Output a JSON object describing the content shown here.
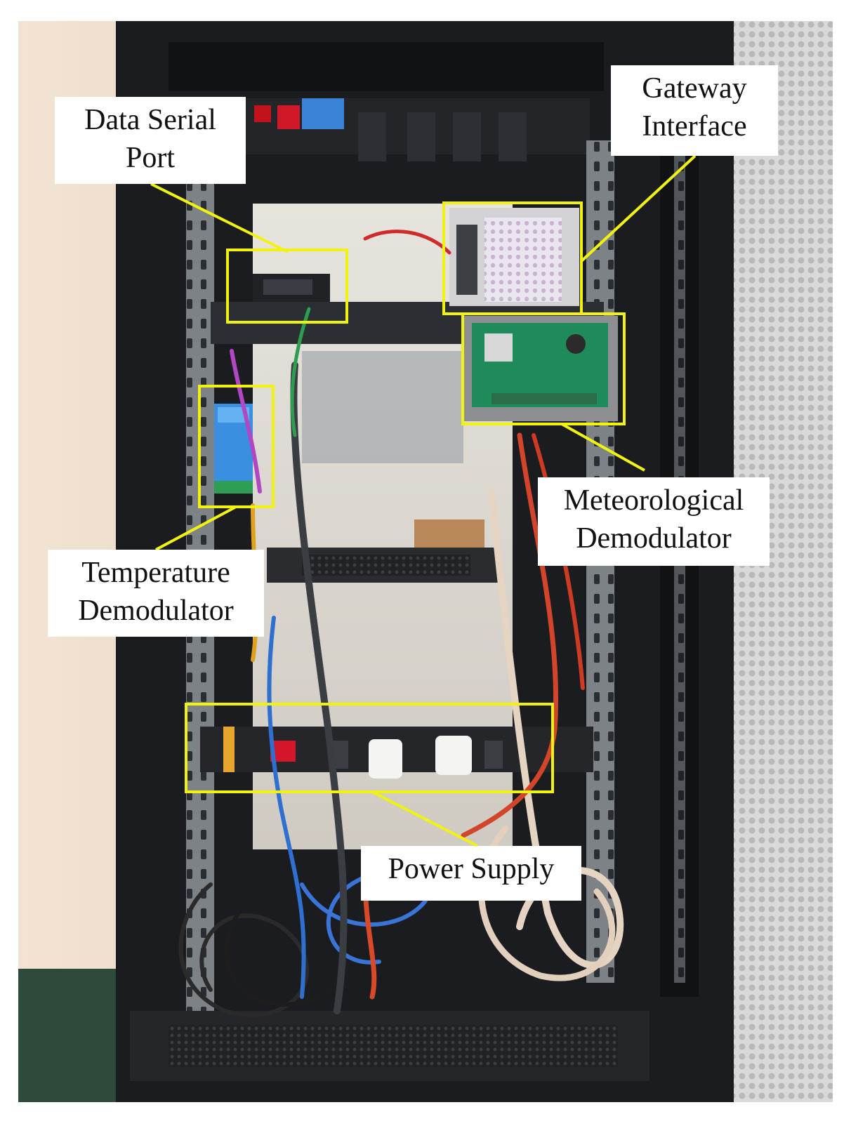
{
  "photo": {
    "subject": "open-server-rack-cabinet",
    "colors": {
      "highlight": "#f2f20f",
      "rack_black": "#1a1c20",
      "wall": "#ead8c6",
      "label_bg": "#ffffff",
      "label_text": "#111111"
    }
  },
  "labels": {
    "data_serial_port": {
      "line1": "Data Serial",
      "line2": "Port"
    },
    "gateway_interface": {
      "line1": "Gateway",
      "line2": "Interface"
    },
    "temperature_demodulator": {
      "line1": "Temperature",
      "line2": "Demodulator"
    },
    "meteorological_demodulator": {
      "line1": "Meteorological",
      "line2": "Demodulator"
    },
    "power_supply": {
      "line1": "Power Supply"
    }
  }
}
